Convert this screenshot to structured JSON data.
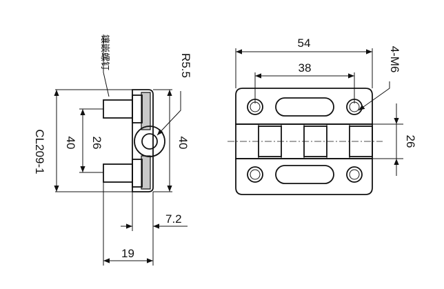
{
  "labels": {
    "model": "CL209-1",
    "insert_label": "镶嵌螺钉",
    "radius": "R5.5",
    "hole_spec": "4-M6"
  },
  "dimensions": {
    "side_height_outer": "40",
    "side_height_inner": "26",
    "side_height_right": "40",
    "plate_thickness": "7.2",
    "total_depth": "19",
    "front_width": "54",
    "hole_spacing": "38",
    "knuckle_height": "26"
  }
}
